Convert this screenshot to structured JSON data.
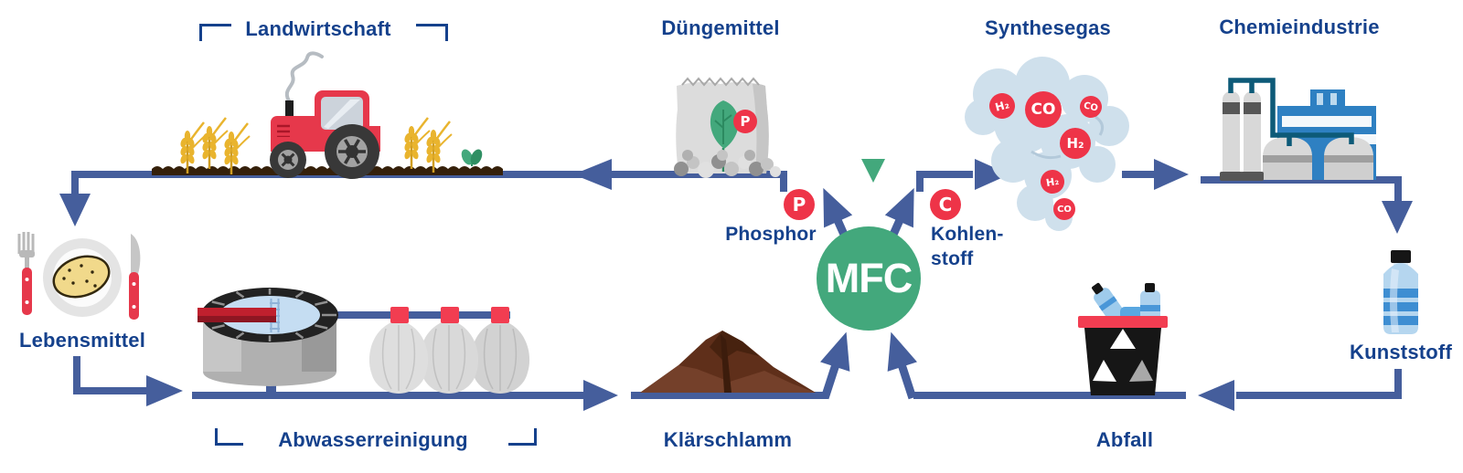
{
  "palette": {
    "navy_text": "#15418c",
    "flow_blue": "#455e9c",
    "accent_red": "#ee3448",
    "accent_green": "#43a87c",
    "cloud_blue": "#cfe0ec"
  },
  "stations": {
    "landwirtschaft": {
      "label": "Landwirtschaft"
    },
    "duengemittel": {
      "label": "Düngemittel"
    },
    "synthesegas": {
      "label": "Synthesegas"
    },
    "chemieindustrie": {
      "label": "Chemieindustrie"
    },
    "lebensmittel": {
      "label": "Lebensmittel"
    },
    "abwasserreinigung": {
      "label": "Abwasserreinigung"
    },
    "klaerschlamm": {
      "label": "Klärschlamm"
    },
    "abfall": {
      "label": "Abfall"
    },
    "kunststoff": {
      "label": "Kunststoff"
    }
  },
  "center": {
    "label": "MFC"
  },
  "nutrients": {
    "phosphor": {
      "symbol": "P",
      "label": "Phosphor"
    },
    "kohlenstoff": {
      "symbol": "C",
      "label_line1": "Kohlen-",
      "label_line2": "stoff"
    }
  },
  "fertilizer_badge": "P",
  "syngas_molecules": [
    "H₂",
    "CO",
    "CO",
    "H₂",
    "H₂",
    "CO"
  ]
}
